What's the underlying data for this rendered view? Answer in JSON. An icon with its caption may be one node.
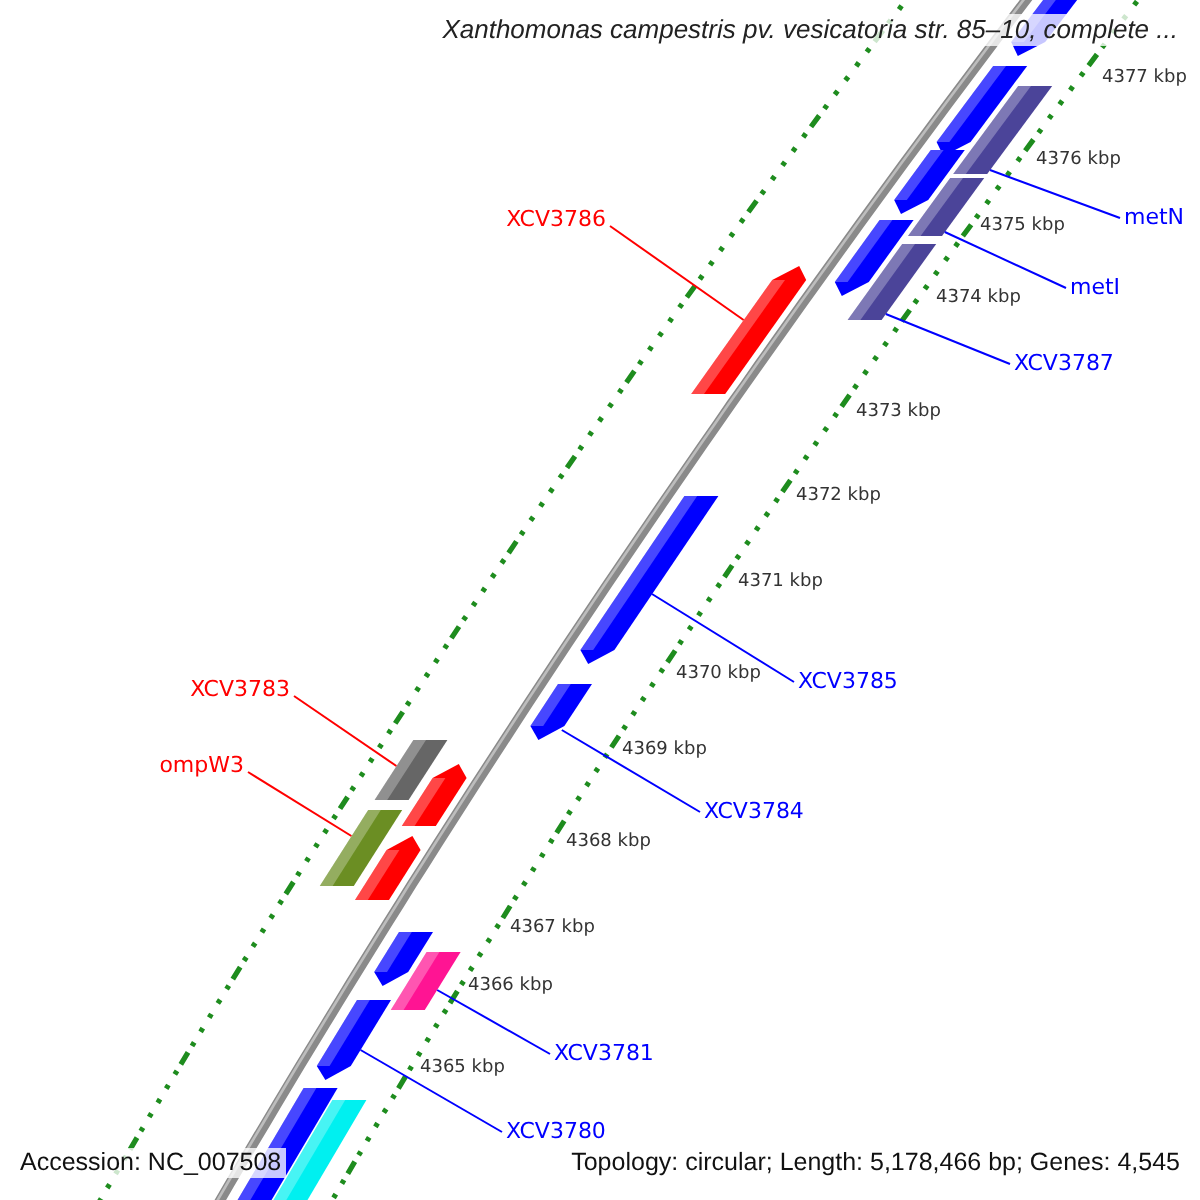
{
  "diagram": {
    "title": "Xanthomonas campestris pv. vesicatoria str. 85–10, complete ...",
    "nodes": [
      {
        "text": [
          "metN"
        ]
      },
      {
        "text": [
          "XCV3786"
        ]
      },
      {
        "text": [
          "metI"
        ]
      },
      {
        "text": [
          "XCV3787"
        ]
      },
      {
        "text": [
          "XCV3785"
        ]
      },
      {
        "text": [
          "XCV3783"
        ]
      },
      {
        "text": [
          "ompW3"
        ]
      },
      {
        "text": [
          "XCV3784"
        ]
      },
      {
        "text": [
          "XCV3781"
        ]
      },
      {
        "text": [
          "XCV3780"
        ]
      },
      {
        "text": [],
        "shape": "bar"
      },
      {
        "text": [],
        "shape": "bar"
      },
      {
        "text": [],
        "shape": "bar"
      },
      {
        "text": [],
        "shape": "bar"
      },
      {
        "text": [],
        "shape": "bar"
      },
      {
        "text": [],
        "shape": "bar"
      },
      {
        "text": [],
        "shape": "bar"
      },
      {
        "text": [],
        "shape": "bar"
      },
      {
        "text": [],
        "shape": "bar"
      },
      {
        "text": [],
        "shape": "bar"
      }
    ],
    "edges": [
      {
        "from": 0,
        "to": 10,
        "arrow": "none"
      },
      {
        "from": 1,
        "to": 13,
        "arrow": "none",
        "color": "#ff0000"
      },
      {
        "from": 2,
        "to": 11,
        "arrow": "none"
      },
      {
        "from": 3,
        "to": 12,
        "arrow": "none"
      },
      {
        "from": 4,
        "to": 14,
        "arrow": "none"
      },
      {
        "from": 5,
        "to": 16,
        "arrow": "none",
        "color": "#ff0000"
      },
      {
        "from": 6,
        "to": 17,
        "arrow": "none",
        "color": "#ff0000"
      },
      {
        "from": 7,
        "to": 15,
        "arrow": "none"
      },
      {
        "from": 8,
        "to": 18,
        "arrow": "none"
      },
      {
        "from": 9,
        "to": 19,
        "arrow": "none"
      }
    ],
    "labels": [
      "4377 kbp",
      "4376 kbp",
      "4375 kbp",
      "4374 kbp",
      "4373 kbp",
      "4372 kbp",
      "4371 kbp",
      "4370 kbp",
      "4369 kbp",
      "4368 kbp",
      "4367 kbp",
      "4366 kbp",
      "4365 kbp",
      "Accession: NC_007508",
      "Topology: circular; Length: 5,178,466 bp; Genes: 4,545"
    ]
  }
}
